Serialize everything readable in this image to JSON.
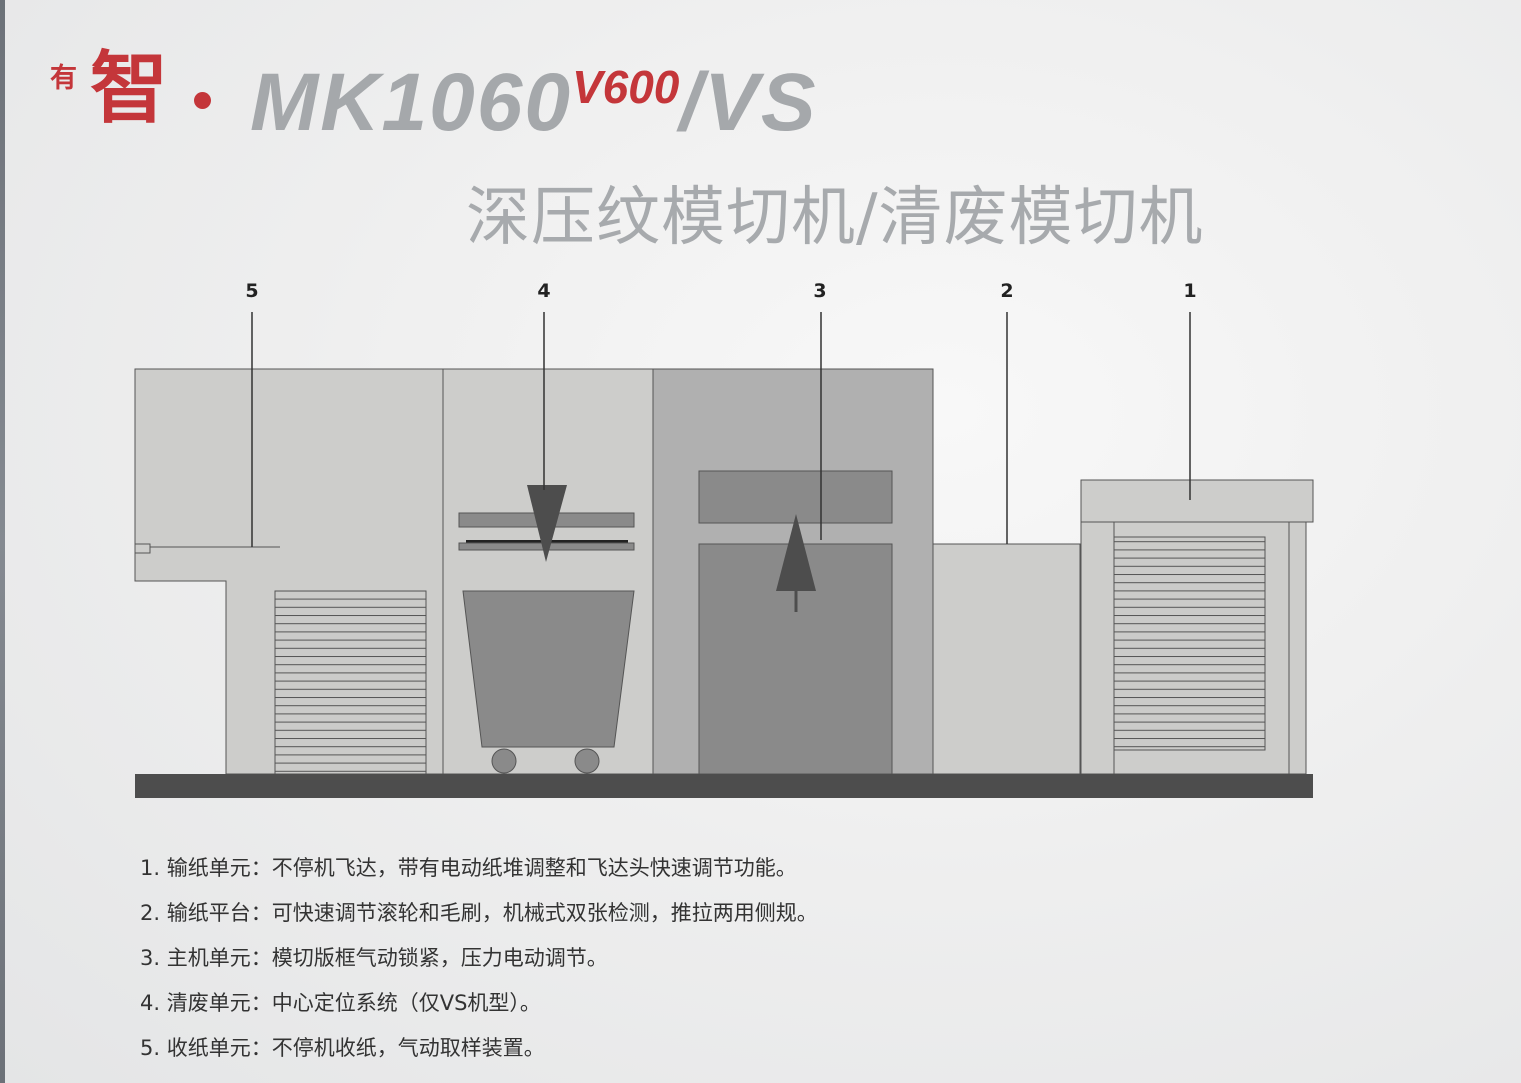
{
  "header": {
    "brand_small": "有",
    "brand_big": "智",
    "model_main": "MK1060",
    "model_sup": "V600",
    "model_suffix": "/VS",
    "subtitle": "深压纹模切机/清废模切机"
  },
  "colors": {
    "brand_red": "#c4363a",
    "model_gray": "#a5a8ab",
    "base_dark": "#4d4d4d",
    "panel_light": "#cdcdcb",
    "panel_mid": "#b0b0b0",
    "panel_dark": "#8a8a8a"
  },
  "diagram": {
    "callouts": [
      {
        "id": "5",
        "label": "5"
      },
      {
        "id": "4",
        "label": "4"
      },
      {
        "id": "3",
        "label": "3"
      },
      {
        "id": "2",
        "label": "2"
      },
      {
        "id": "1",
        "label": "1"
      }
    ]
  },
  "features": [
    {
      "num": "1.",
      "name": "输纸单元：",
      "desc": "不停机飞达，带有电动纸堆调整和飞达头快速调节功能。"
    },
    {
      "num": "2.",
      "name": "输纸平台：",
      "desc": "可快速调节滚轮和毛刷，机械式双张检测，推拉两用侧规。"
    },
    {
      "num": "3.",
      "name": "主机单元：",
      "desc": "模切版框气动锁紧，压力电动调节。"
    },
    {
      "num": "4.",
      "name": "清废单元：",
      "desc": "中心定位系统（仅VS机型）。"
    },
    {
      "num": "5.",
      "name": "收纸单元：",
      "desc": "不停机收纸，气动取样装置。"
    }
  ]
}
